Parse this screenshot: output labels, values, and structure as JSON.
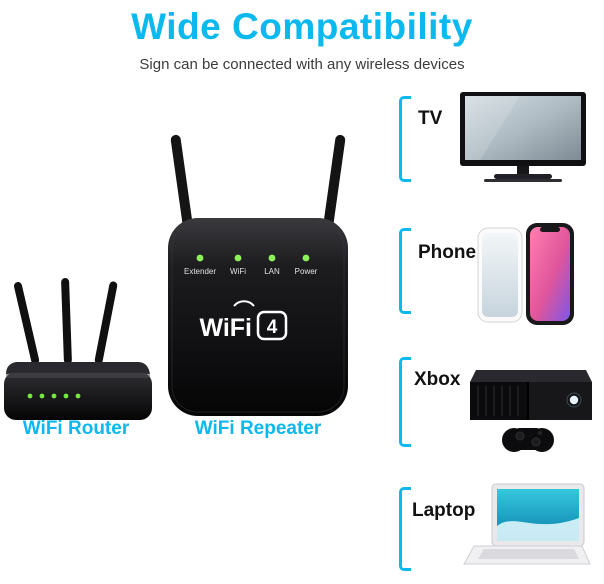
{
  "header": {
    "title": "Wide Compatibility",
    "subtitle": "Sign can be connected with any wireless devices"
  },
  "labels": {
    "router": "WiFi Router",
    "repeater": "WiFi Repeater"
  },
  "repeater": {
    "leds": [
      "Extender",
      "WiFi",
      "LAN",
      "Power"
    ],
    "logo_wifi": "WiFi",
    "logo_number": "4"
  },
  "compat_list": [
    {
      "label": "TV"
    },
    {
      "label": "Phone"
    },
    {
      "label": "Xbox"
    },
    {
      "label": "Laptop"
    }
  ],
  "colors": {
    "accent": "#0cb9ef",
    "led_green": "#8df25a",
    "device_body": "#0a0a0a",
    "item_label_text": "#121212"
  }
}
